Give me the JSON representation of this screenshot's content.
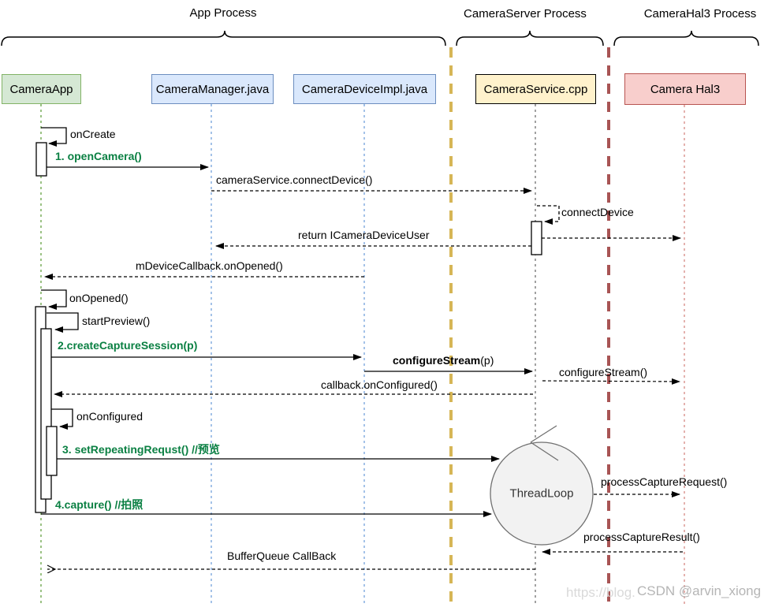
{
  "processes": [
    {
      "label": "App Process"
    },
    {
      "label": "CameraServer Process"
    },
    {
      "label": "CameraHal3 Process"
    }
  ],
  "participants": [
    {
      "label": "CameraApp"
    },
    {
      "label": "CameraManager.java"
    },
    {
      "label": "CameraDeviceImpl.java"
    },
    {
      "label": "CameraService.cpp"
    },
    {
      "label": "Camera Hal3"
    }
  ],
  "messages": {
    "on_create": "onCreate",
    "open_camera": "1. openCamera()",
    "connect_device_call": "cameraService.connectDevice()",
    "connect_device_self": "connectDevice",
    "return_device_user": "return ICameraDeviceUser",
    "device_callback_opened": "mDeviceCallback.onOpened()",
    "on_opened": "onOpened()",
    "start_preview": "startPreview()",
    "create_capture_session": "2.createCaptureSession(p)",
    "configure_stream_bold": "configureStream",
    "configure_stream_args": "(p)",
    "configure_stream_hal": "configureStream()",
    "callback_on_configured": "callback.onConfigured()",
    "on_configured": "onConfigured",
    "set_repeating_request": "3. setRepeatingRequst() //预览",
    "capture": "4.capture() //拍照",
    "thread_loop": "ThreadLoop",
    "process_capture_request": "processCaptureRequest()",
    "process_capture_result": "processCaptureResult()",
    "bufferqueue_callback": "BufferQueue CallBack"
  },
  "watermark": {
    "url_part": "https://blog.",
    "handle": "CSDN @arvin_xiong"
  },
  "colors": {
    "green_box_fill": "#d5e8d4",
    "green_box_border": "#82b366",
    "blue_box_fill": "#dae8fc",
    "blue_box_border": "#6c8ebf",
    "yellow_box_fill": "#fff2cc",
    "yellow_box_border": "#000000",
    "red_box_fill": "#f8cecc",
    "red_box_border": "#b85450",
    "lifeline_green": "#82b366",
    "lifeline_blue": "#8db3e2",
    "lifeline_gray": "#8a8a8a",
    "lifeline_pink": "#de9e9a",
    "separator_yellow": "#d6b656",
    "separator_red": "#a85454",
    "message_green": "#0b8043",
    "watermark_light": "#d9d9d9",
    "watermark_gray": "#b5b5b5"
  }
}
